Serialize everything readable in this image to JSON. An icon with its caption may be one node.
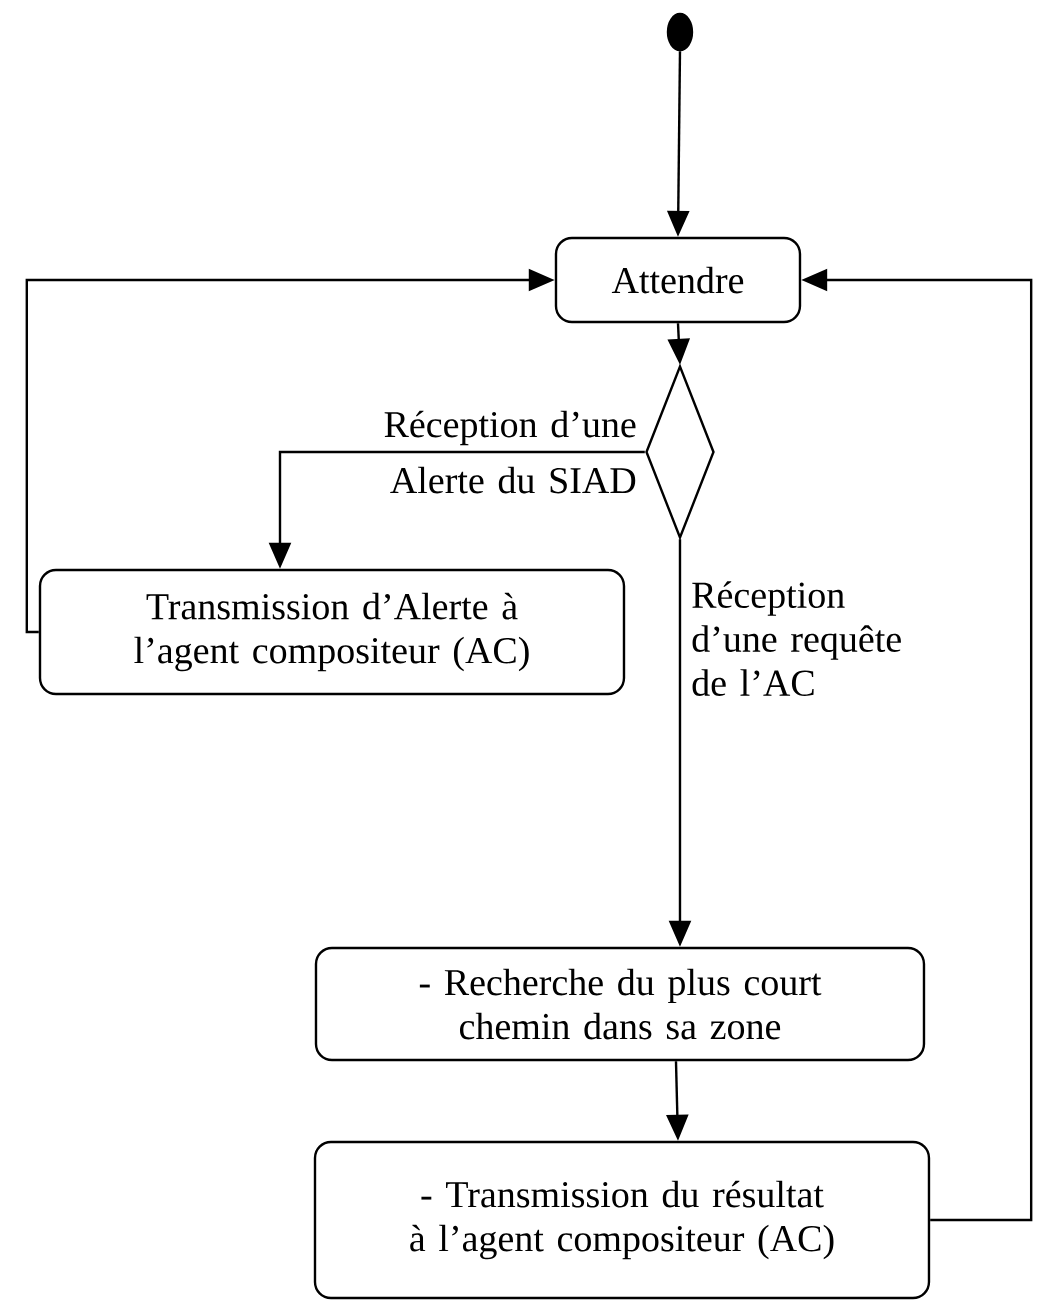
{
  "diagram": {
    "nodes": [
      {
        "text": [],
        "shape": "circle"
      },
      {
        "text": [
          "Attendre"
        ]
      },
      {
        "text": [],
        "shape": "diamond"
      },
      {
        "text": [
          "Transmission d’Alerte à l’agent compositeur (AC)"
        ]
      },
      {
        "text": [
          "- Recherche du plus court chemin dans sa zone"
        ]
      },
      {
        "text": [
          "- Transmission du résultat à l’agent compositeur (AC)"
        ]
      }
    ],
    "edges": [
      {
        "from": 0,
        "to": 1,
        "arrow": "to"
      },
      {
        "from": 1,
        "to": 2,
        "arrow": "to"
      },
      {
        "from": 2,
        "to": 3,
        "arrow": "to",
        "label": "Réception d’une Alerte du SIAD"
      },
      {
        "from": 3,
        "to": 1,
        "arrow": "to"
      },
      {
        "from": 2,
        "to": 4,
        "arrow": "to",
        "label": "Réception d’une requête de l’AC"
      },
      {
        "from": 4,
        "to": 5,
        "arrow": "to"
      },
      {
        "from": 5,
        "to": 1,
        "arrow": "to"
      }
    ]
  }
}
